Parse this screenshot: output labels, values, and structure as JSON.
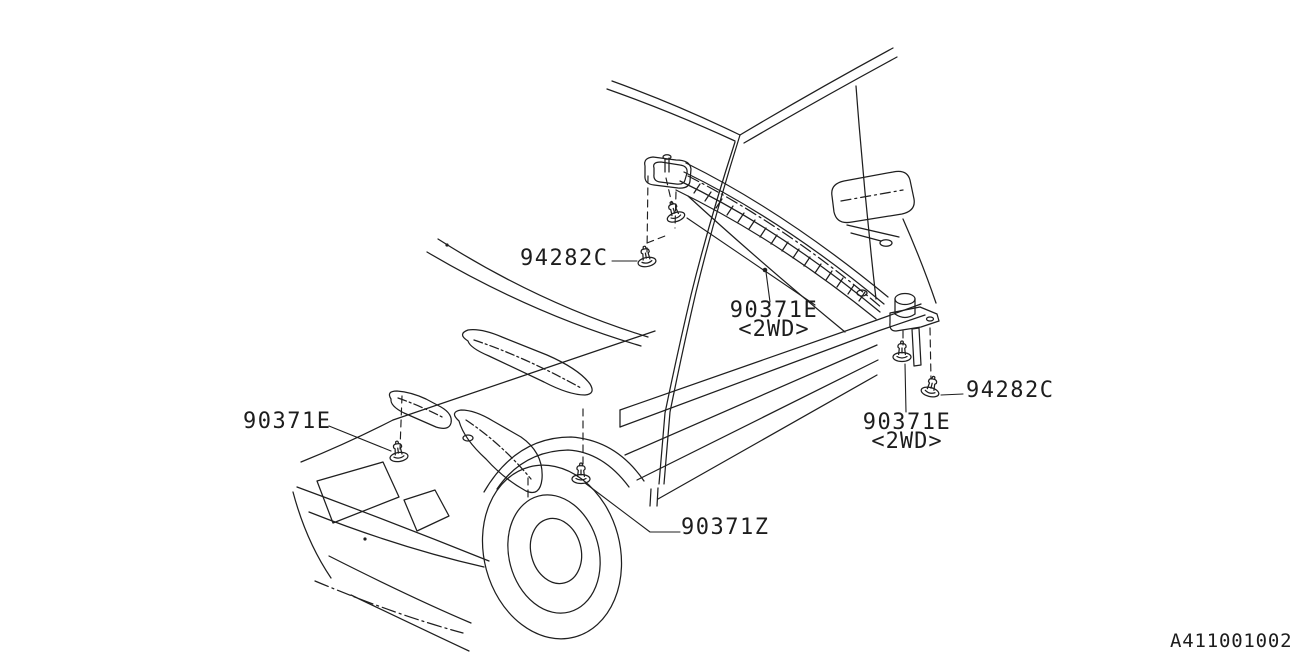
{
  "diagram": {
    "background_color": "#ffffff",
    "line_color": "#1f1f1f",
    "doc_code": "A411001002",
    "labels": [
      {
        "part_no": "94282C",
        "variant": "",
        "position": "upper-left"
      },
      {
        "part_no": "90371E",
        "variant": "<2WD>",
        "position": "center"
      },
      {
        "part_no": "94282C",
        "variant": "",
        "position": "right"
      },
      {
        "part_no": "90371E",
        "variant": "<2WD>",
        "position": "lower-right"
      },
      {
        "part_no": "90371E",
        "variant": "",
        "position": "front-left"
      },
      {
        "part_no": "90371Z",
        "variant": "",
        "position": "bottom-center"
      }
    ]
  }
}
